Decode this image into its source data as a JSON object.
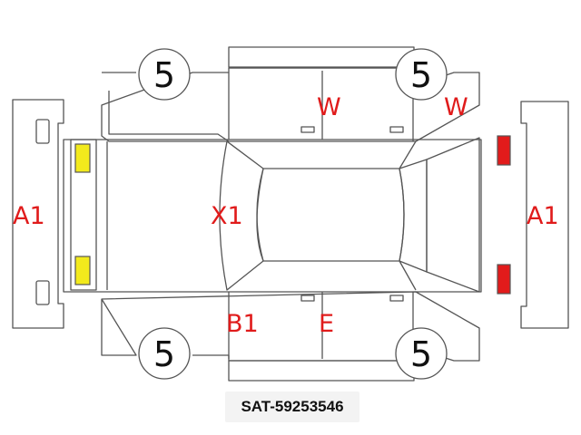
{
  "tires": {
    "front_left": "5",
    "front_right": "5",
    "rear_left": "5",
    "rear_right": "5"
  },
  "labels": {
    "roof": "X1",
    "front_bumper": "A1",
    "rear_bumper": "A1",
    "top_door": "W",
    "top_rear_quarter": "W",
    "bottom_pillar": "B1",
    "bottom_door": "E"
  },
  "code": "SAT-59253546",
  "colors": {
    "outline": "#555555",
    "label": "#e01b1b",
    "front_lamp": "#f2ea1c",
    "rear_lamp": "#e21b1b"
  }
}
